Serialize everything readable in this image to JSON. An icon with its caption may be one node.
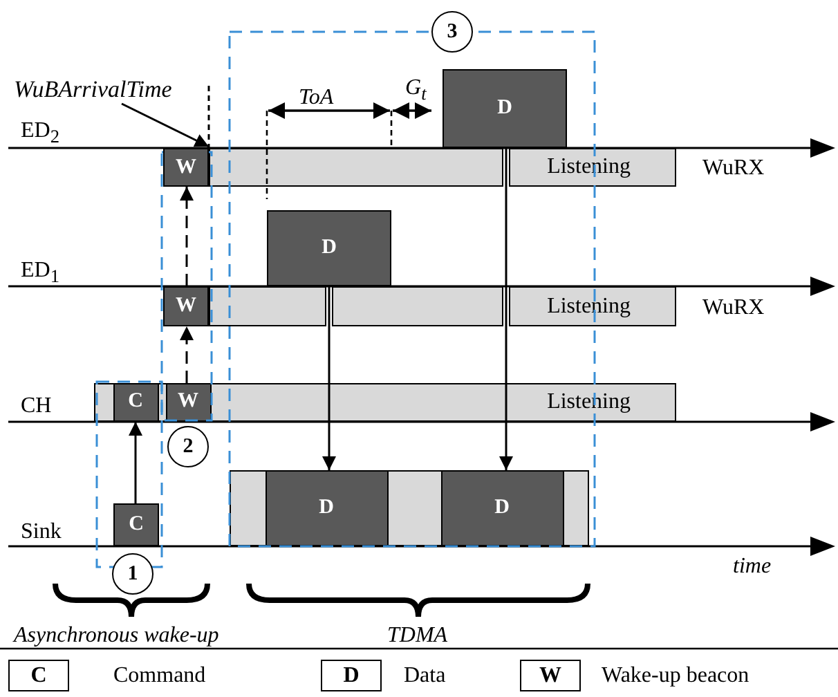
{
  "diagram": {
    "nodes": [
      {
        "text": [
          "3"
        ]
      },
      {
        "text": [
          "WuBArrivalTime"
        ]
      },
      {
        "text": [
          "D"
        ]
      },
      {
        "text": [
          "W"
        ]
      },
      {
        "text": [],
        "shape": "bar"
      },
      {
        "text": [
          "Listening"
        ]
      },
      {
        "text": [
          "D"
        ]
      },
      {
        "text": [
          "W"
        ]
      },
      {
        "text": [],
        "shape": "bar"
      },
      {
        "text": [],
        "shape": "bar"
      },
      {
        "text": [
          "Listening"
        ]
      },
      {
        "text": [
          "Listening"
        ]
      },
      {
        "text": [
          "C"
        ],
        "in": 11
      },
      {
        "text": [
          "W"
        ],
        "in": 11
      },
      {
        "text": [
          "2"
        ]
      },
      {
        "text": [
          "C"
        ]
      },
      {
        "text": [],
        "shape": "bar"
      },
      {
        "text": [
          "D"
        ],
        "in": 16
      },
      {
        "text": [
          "D"
        ],
        "in": 16
      },
      {
        "text": [
          "1"
        ]
      }
    ],
    "edges": [
      {
        "from": 15,
        "to": 12,
        "arrow": "to"
      },
      {
        "from": 13,
        "to": 7,
        "arrow": "to",
        "style": "dashed"
      },
      {
        "from": 7,
        "to": 3,
        "arrow": "to",
        "style": "dashed"
      },
      {
        "from": 6,
        "to": 17,
        "arrow": "to"
      },
      {
        "from": 2,
        "to": 18,
        "arrow": "to"
      },
      {
        "from": 1,
        "to": 3,
        "arrow": "to"
      }
    ],
    "labels": [
      "ToA",
      "G$_{t}$",
      "ED$_{2}$",
      "WuRX",
      "ED$_{1}$",
      "WuRX",
      "CH",
      "Sink",
      "time",
      "Asynchronous wake-up",
      "TDMA",
      "C",
      "D",
      "W"
    ],
    "legend": [
      {
        "text": "Command"
      },
      {
        "text": "Data"
      },
      {
        "text": "Wake-up beacon"
      }
    ]
  }
}
